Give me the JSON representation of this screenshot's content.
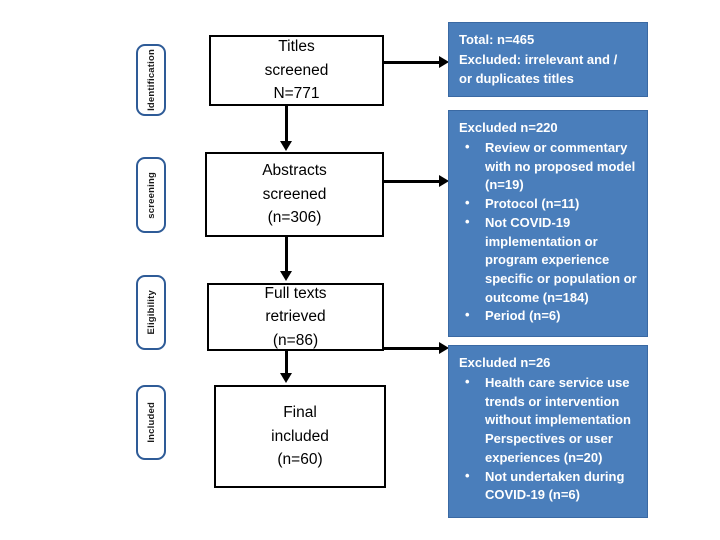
{
  "diagram": {
    "type": "prisma-flow-diagram",
    "accent_color": "#4A7EBB",
    "stage_border_color": "#2E5B97",
    "stages": [
      {
        "label": "Identification"
      },
      {
        "label": "screening"
      },
      {
        "label": "Eligibility"
      },
      {
        "label": "Included"
      }
    ],
    "flow_boxes": [
      {
        "name": "titles-screened",
        "lines": [
          "Titles",
          "screened",
          "N=771"
        ]
      },
      {
        "name": "abstracts-screened",
        "lines": [
          "Abstracts",
          "screened",
          "(n=306)"
        ]
      },
      {
        "name": "full-texts-retrieved",
        "lines": [
          "Full texts",
          "retrieved",
          "(n=86)"
        ]
      },
      {
        "name": "final-included",
        "lines": [
          "Final",
          "included",
          "(n=60)"
        ]
      }
    ],
    "exclusion_boxes": [
      {
        "name": "excluded-titles",
        "heading": "Total: n=465",
        "plain_lines": [
          "Excluded: irrelevant and /",
          "or duplicates titles"
        ],
        "bullets": []
      },
      {
        "name": "excluded-abstracts",
        "heading": "Excluded  n=220",
        "plain_lines": [],
        "bullets": [
          "Review or commentary with no proposed model (n=19)",
          "Protocol (n=11)",
          "Not COVID-19 implementation or program experience specific or population or outcome  (n=184)",
          "Period (n=6)"
        ]
      },
      {
        "name": "excluded-full-texts",
        "heading": "Excluded n=26",
        "plain_lines": [],
        "bullets": [
          "Health care service use trends  or intervention without implementation Perspectives or user experiences (n=20)",
          "Not undertaken during COVID-19  (n=6)"
        ]
      }
    ]
  }
}
